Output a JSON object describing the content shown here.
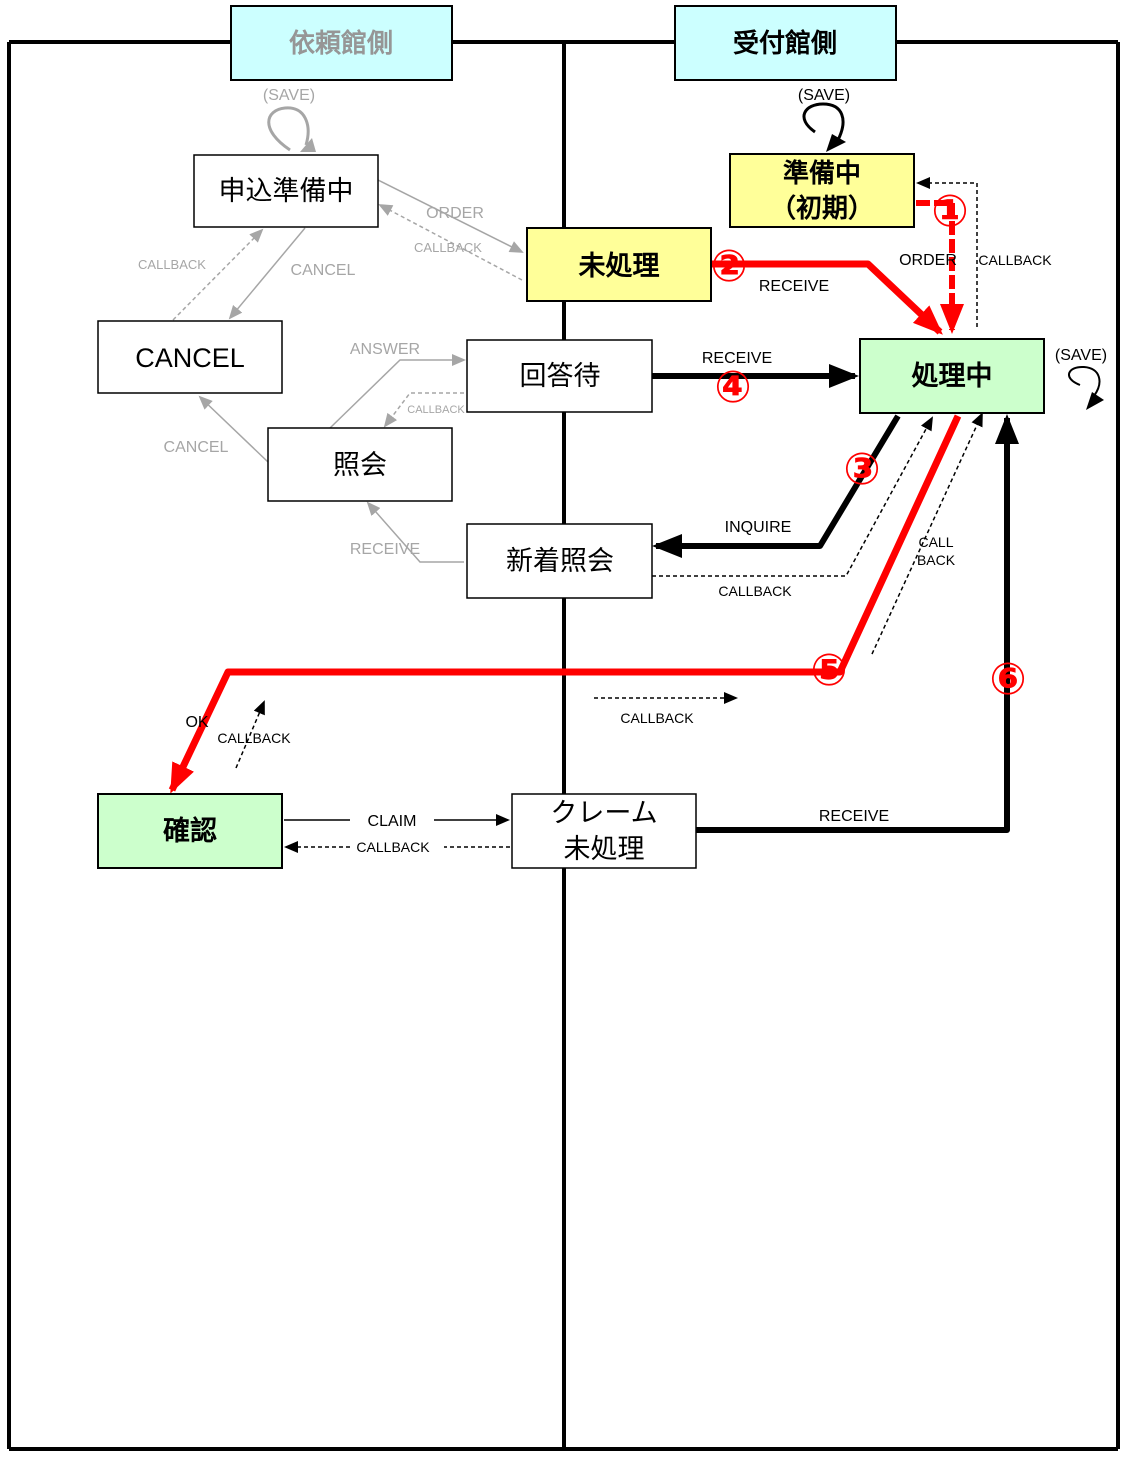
{
  "lanes": {
    "requester": "依頼館側",
    "receiver": "受付館側"
  },
  "colors": {
    "red": "#ff0000",
    "black": "#000000",
    "gray": "#a6a6a6",
    "yellow_fill": "#ffff99",
    "green_fill": "#ccffcc",
    "cyan_fill": "#ccffff"
  },
  "states": {
    "moshikomi": "申込準備中",
    "cancel": "CANCEL",
    "shokai": "照会",
    "kaitoumachi": "回答待",
    "shinchaku": "新着照会",
    "kakunin": "確認",
    "claim_line1": "クレーム",
    "claim_line2": "未処理",
    "junbi_line1": "準備中",
    "junbi_line2": "（初期）",
    "mishori": "未処理",
    "shorichu": "処理中"
  },
  "labels": {
    "save_left": "(SAVE)",
    "save_right_top": "(SAVE)",
    "save_right": "(SAVE)",
    "order_gray": "ORDER",
    "callback_gray1": "CALLBACK",
    "callback_gray_left": "CALLBACK",
    "cancel_gray1": "CANCEL",
    "answer_gray": "ANSWER",
    "callback_gray2": "CALLBACK",
    "cancel_gray2": "CANCEL",
    "receive_gray": "RECEIVE",
    "order": "ORDER",
    "callback_right": "CALLBACK",
    "receive2": "RECEIVE",
    "receive4": "RECEIVE",
    "inquire": "INQUIRE",
    "callback_shinchaku": "CALLBACK",
    "call": "CALL",
    "back": "BACK",
    "callback_mid": "CALLBACK",
    "ok": "OK",
    "callback_ok": "CALLBACK",
    "claim": "CLAIM",
    "callback_claim": "CALLBACK",
    "receive6": "RECEIVE"
  },
  "steps": {
    "s1": "①",
    "s2": "②",
    "s3": "③",
    "s4": "④",
    "s5": "⑤",
    "s6": "⑥"
  }
}
